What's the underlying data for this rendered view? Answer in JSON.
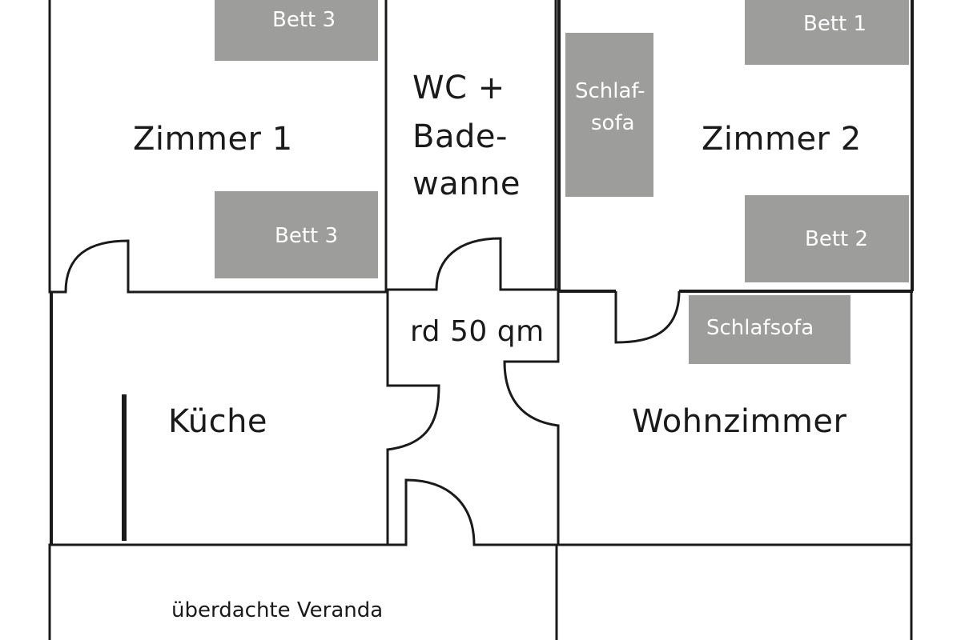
{
  "floorplan": {
    "area_label": "rd 50 qm",
    "rooms": {
      "zimmer1": "Zimmer 1",
      "wc": [
        "WC +",
        "Bade-",
        "wanne"
      ],
      "zimmer2": "Zimmer 2",
      "kueche": "Küche",
      "wohnzimmer": "Wohnzimmer",
      "veranda": "überdachte Veranda"
    },
    "furniture": {
      "zimmer1_bed_top": "Bett 3",
      "zimmer1_bed_bottom": "Bett 3",
      "zimmer2_bed_top": "Bett 1",
      "zimmer2_bed_bottom": "Bett 2",
      "zimmer2_sofa": [
        "Schlaf-",
        "sofa"
      ],
      "wohnzimmer_sofa": "Schlafsofa"
    },
    "colors": {
      "wall": "#1a1a1a",
      "furniture": "#9d9d9c",
      "furniture_text": "#ffffff",
      "background": "#ffffff"
    }
  }
}
